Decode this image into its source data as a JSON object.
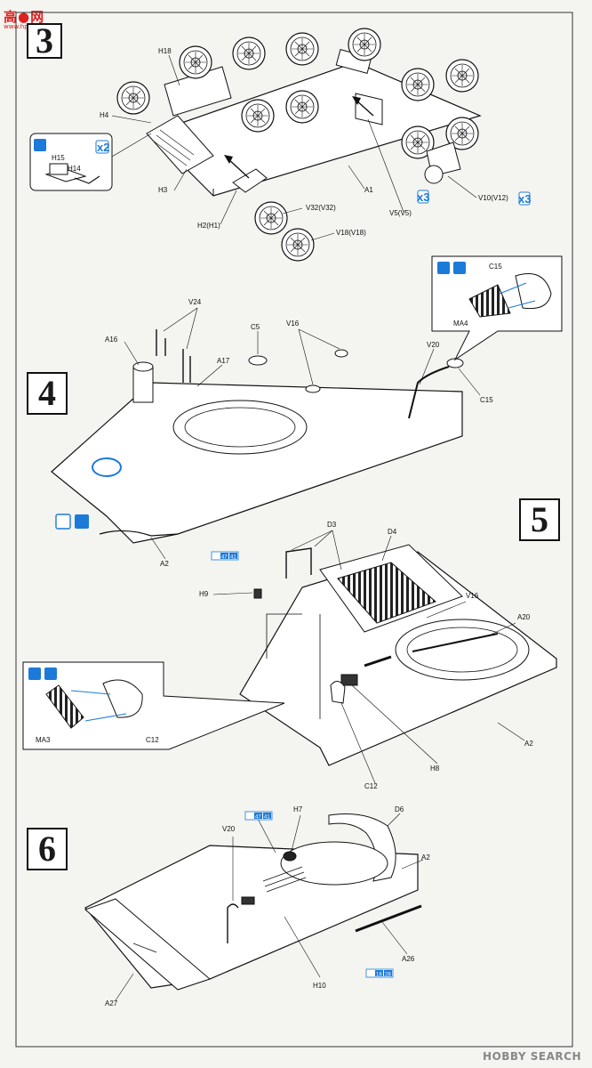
{
  "site": {
    "logo": "高●网",
    "sub": "www.hpbbs.com",
    "watermark": "HOBBY SEARCH"
  },
  "steps": [
    {
      "number": "3"
    },
    {
      "number": "4"
    },
    {
      "number": "5"
    },
    {
      "number": "6"
    }
  ],
  "step3": {
    "labels": {
      "h18": "H18",
      "h4": "H4",
      "h15": "H15",
      "h14": "H14",
      "h3": "H3",
      "h2": "H2(H1)",
      "v32": "V32(V32)",
      "v18": "V18(V18)",
      "a1": "A1",
      "v5": "V5(V5)",
      "v10": "V10(V12)"
    },
    "multipliers": {
      "inset": "x2",
      "v5": "x3",
      "v10": "x3"
    }
  },
  "step4": {
    "labels": {
      "v24": "V24",
      "a16": "A16",
      "c5": "C5",
      "v16": "V16",
      "a17": "A17",
      "v20": "V20",
      "c15_detail": "C15",
      "ma4": "MA4",
      "c15": "C15",
      "a2": "A2"
    }
  },
  "step5": {
    "labels": {
      "d3": "D3",
      "d4": "D4",
      "h9": "H9",
      "v16": "V16",
      "a20": "A20",
      "ma3": "MA3",
      "c12_detail": "C12",
      "a2": "A2",
      "h8": "H8",
      "c12": "C12"
    },
    "paint_ref": {
      "h": "H",
      "a": "47",
      "b": "41"
    }
  },
  "step6": {
    "labels": {
      "d6": "D6",
      "v20": "V20",
      "h7": "H7",
      "a2": "A2",
      "a26": "A26",
      "a27": "A27",
      "h10": "H10"
    },
    "paint_ref_h7": {
      "h": "H",
      "a": "47",
      "b": "41"
    },
    "paint_ref_a26": {
      "h": "H",
      "a": "18",
      "b": "28"
    }
  },
  "colors": {
    "accent": "#1c7ad9",
    "line": "#111111",
    "paper": "#f4f4f1"
  }
}
